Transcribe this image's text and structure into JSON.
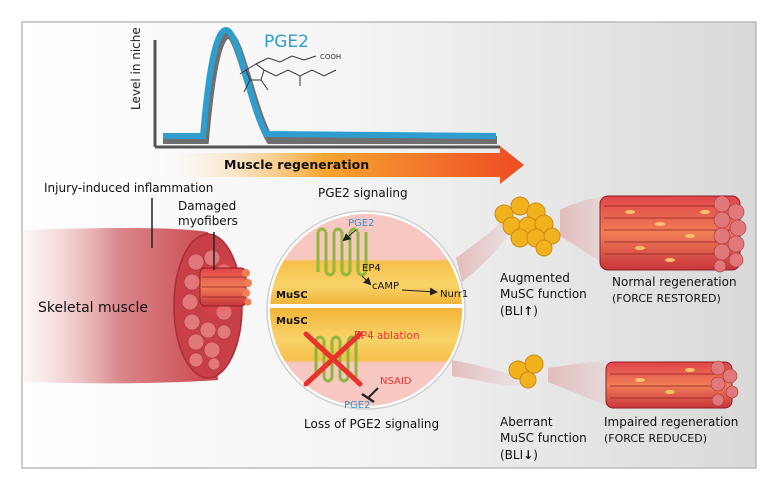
{
  "graph": {
    "molecule_label": "PGE2",
    "cooh_label": "COOH",
    "ylabel": "Level in niche",
    "arrow_label": "Muscle regeneration"
  },
  "muscle": {
    "inflammation_label": "Injury-induced inflammation",
    "damaged_label_1": "Damaged",
    "damaged_label_2": "myofibers",
    "skeletal_label": "Skeletal muscle"
  },
  "signaling": {
    "top_caption": "PGE2 signaling",
    "bottom_caption": "Loss of PGE2 signaling",
    "top": {
      "pge2": "PGE2",
      "ep4": "EP4",
      "camp": "cAMP",
      "nurr1": "Nurr1",
      "musc": "MuSC"
    },
    "bottom": {
      "musc": "MuSC",
      "ablation": "EP4 ablation",
      "nsaid": "NSAID",
      "pge2": "PGE2"
    }
  },
  "outcomes": {
    "augmented": {
      "line1": "Augmented",
      "line2": "MuSC function",
      "line3": "(BLI",
      "arrow": "↑",
      "close": ")"
    },
    "aberrant": {
      "line1": "Aberrant",
      "line2": "MuSC function",
      "line3": "(BLI",
      "arrow": "↓",
      "close": ")"
    },
    "normal": {
      "line1": "Normal regeneration",
      "line2": "(FORCE RESTORED)"
    },
    "impaired": {
      "line1": "Impaired regeneration",
      "line2": "(FORCE REDUCED)"
    }
  },
  "colors": {
    "pge2_curve": "#2f9ecf",
    "curve_shadow": "#7a7a7a",
    "accent_red": "#e8322c",
    "pge2_blue": "#2f8fd6",
    "muscle": "#d9434a",
    "stem_cell": "#f2b21e"
  }
}
